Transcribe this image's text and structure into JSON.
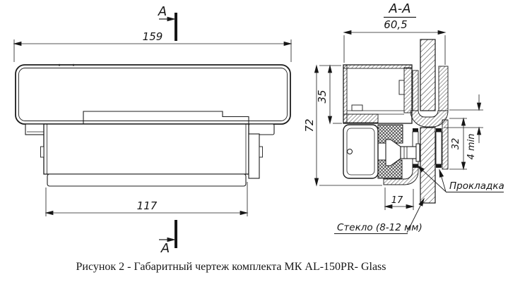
{
  "view_front": {
    "dim_overall": "159",
    "dim_body": "117",
    "section_mark": "A"
  },
  "view_section": {
    "title": "A-A",
    "dim_width": "60,5",
    "dim_height": "72",
    "dim_top": "35",
    "dim_glass_depth": "32",
    "dim_min": "4 min",
    "dim_bottom": "17",
    "label_gasket": "Прокладка",
    "label_glass": "Стекло (8-12 мм)"
  },
  "caption": "Рисунок 2 - Габаритный чертеж комплекта МК AL-150PR- Glass",
  "colors": {
    "line": "#1c1c1c",
    "background": "#ffffff"
  }
}
